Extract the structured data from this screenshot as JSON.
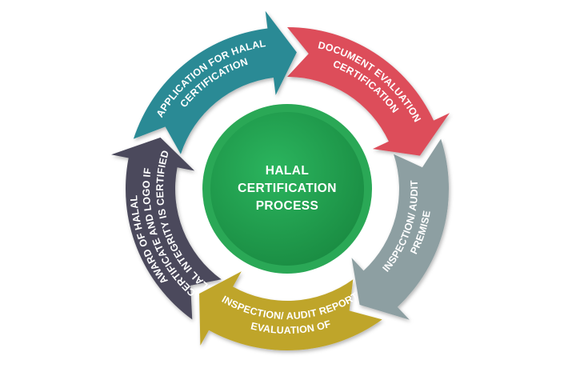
{
  "center": {
    "lines": [
      "HALAL",
      "CERTIFICATION",
      "PROCESS"
    ],
    "color": "#1E9E4C"
  },
  "steps": [
    {
      "lines": [
        "APPLICATION FOR HALAL",
        "CERTIFICATION"
      ],
      "color": "#2A8A95"
    },
    {
      "lines": [
        "DOCUMENT EVALUATION",
        "CERTIFICATION"
      ],
      "color": "#DD4D5A"
    },
    {
      "lines": [
        "PREMISE",
        "INSPECTION/ AUDIT"
      ],
      "color": "#8D9FA2"
    },
    {
      "lines": [
        "EVALUATION OF",
        "INSPECTION/ AUDIT REPORT"
      ],
      "color": "#BFA52A"
    },
    {
      "lines": [
        "AWARD OF HALAL",
        "CERTIFICATE AND LOGO IF",
        "HALAL INTEGRITY IS CERTIFIED"
      ],
      "color": "#4B4A5C"
    }
  ]
}
